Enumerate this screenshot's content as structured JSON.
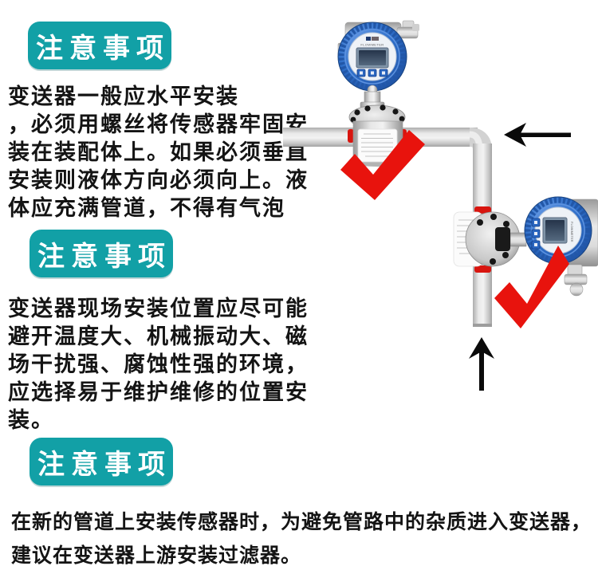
{
  "colors": {
    "banner_teal": "#12a0a6",
    "check_red": "#e8130d",
    "meter_blue": "#2f6fc9",
    "pipe_gray": "#d0d0d0",
    "text_dark": "#141414"
  },
  "sections": [
    {
      "banner": "注意事项",
      "lines": [
        "变送器一般应水平安装",
        "，必须用螺丝将传感器牢固安",
        "装在装配体上。如果必须垂直",
        "安装则液体方向必须向上。液",
        "体应充满管道，不得有气泡"
      ]
    },
    {
      "banner": "注意事项",
      "lines": [
        "变送器现场安装位置应尽可能",
        "避开温度大、机械振动大、磁",
        "场干扰强、腐蚀性强的环境，",
        "应选择易于维护维修的位置安",
        "装。"
      ]
    },
    {
      "banner": "注意事项",
      "lines": [
        "在新的管道上安装传感器时，为避免管路中的杂质进入变送器，",
        "建议在变送器上游安装过滤器。"
      ]
    }
  ],
  "diagram": {
    "device_label": "FLOWMETER",
    "flow_arrow_left_direction": "left",
    "flow_arrow_up_direction": "up",
    "checkmark_count": "2"
  }
}
